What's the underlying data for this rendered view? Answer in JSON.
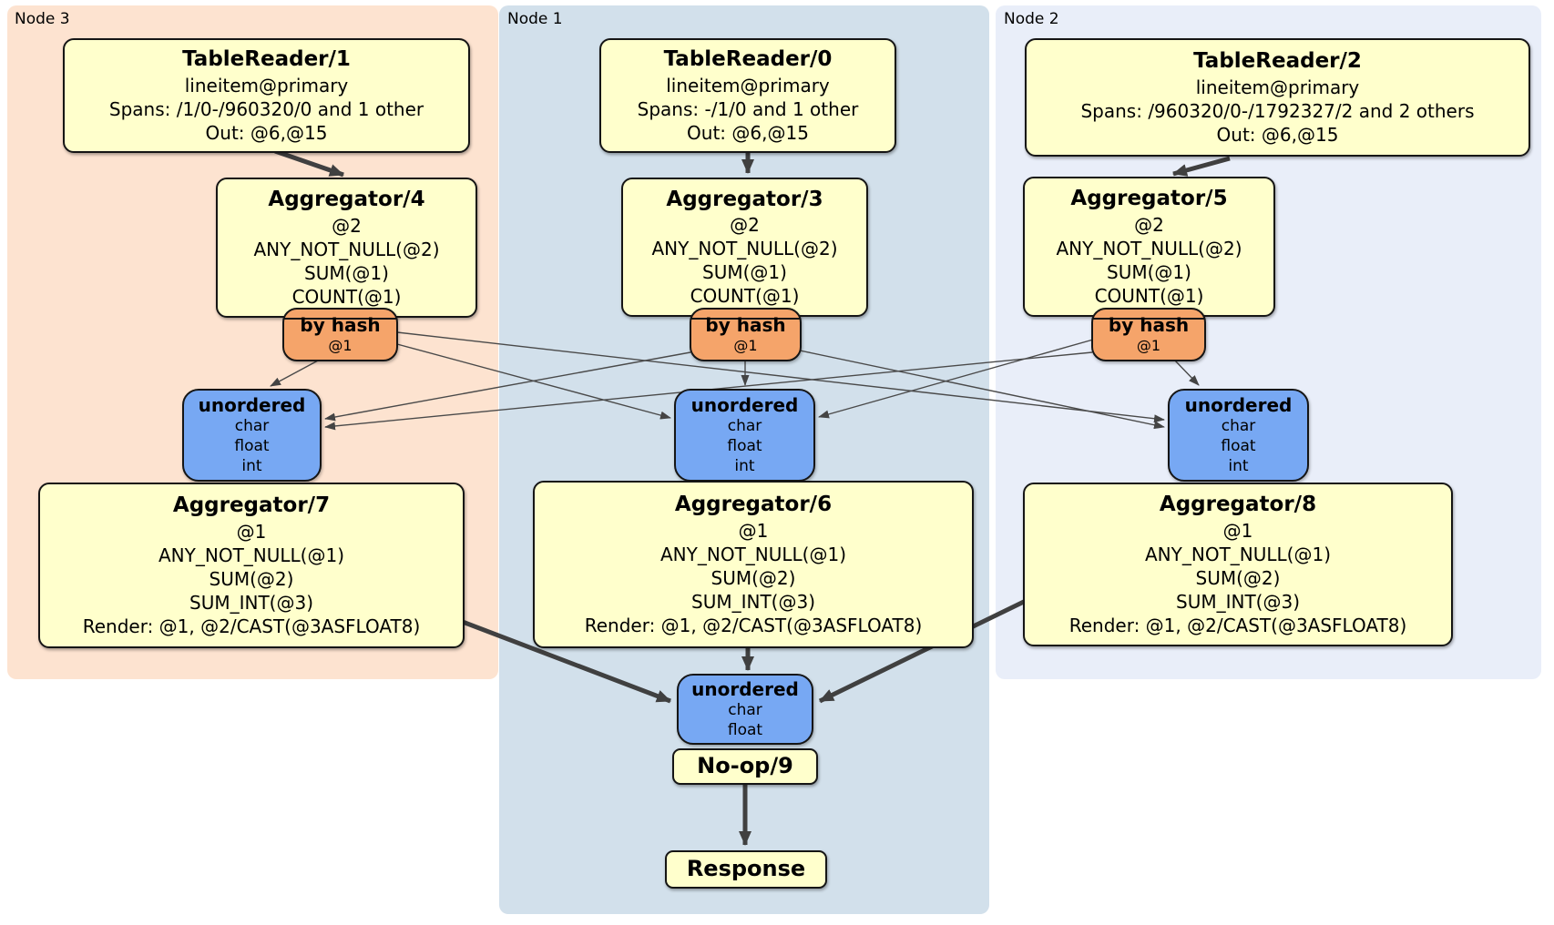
{
  "colors": {
    "node3_bg": "#fde3d0",
    "node1_bg": "#d2e0eb",
    "node2_bg": "#e9eef9",
    "processor_fill": "#ffffcc",
    "router_fill": "#f5a46a",
    "sync_fill": "#77a8f3",
    "edge": "#404040"
  },
  "groups": [
    {
      "label": "Node 3",
      "table_reader": {
        "title": "TableReader/1",
        "lines": [
          "lineitem@primary",
          "Spans: /1/0-/960320/0 and 1 other",
          "Out: @6,@15"
        ]
      },
      "aggregator_top": {
        "title": "Aggregator/4",
        "lines": [
          "@2",
          "ANY_NOT_NULL(@2)",
          "SUM(@1)",
          "COUNT(@1)"
        ]
      },
      "router": {
        "title": "by hash",
        "detail": "@1"
      },
      "sync": {
        "title": "unordered",
        "lines": [
          "char",
          "float",
          "int"
        ]
      },
      "aggregator_bottom": {
        "title": "Aggregator/7",
        "lines": [
          "@1",
          "ANY_NOT_NULL(@1)",
          "SUM(@2)",
          "SUM_INT(@3)",
          "Render: @1, @2/CAST(@3ASFLOAT8)"
        ]
      }
    },
    {
      "label": "Node 1",
      "table_reader": {
        "title": "TableReader/0",
        "lines": [
          "lineitem@primary",
          "Spans: -/1/0 and 1 other",
          "Out: @6,@15"
        ]
      },
      "aggregator_top": {
        "title": "Aggregator/3",
        "lines": [
          "@2",
          "ANY_NOT_NULL(@2)",
          "SUM(@1)",
          "COUNT(@1)"
        ]
      },
      "router": {
        "title": "by hash",
        "detail": "@1"
      },
      "sync": {
        "title": "unordered",
        "lines": [
          "char",
          "float",
          "int"
        ]
      },
      "aggregator_bottom": {
        "title": "Aggregator/6",
        "lines": [
          "@1",
          "ANY_NOT_NULL(@1)",
          "SUM(@2)",
          "SUM_INT(@3)",
          "Render: @1, @2/CAST(@3ASFLOAT8)"
        ]
      }
    },
    {
      "label": "Node 2",
      "table_reader": {
        "title": "TableReader/2",
        "lines": [
          "lineitem@primary",
          "Spans: /960320/0-/1792327/2 and 2 others",
          "Out: @6,@15"
        ]
      },
      "aggregator_top": {
        "title": "Aggregator/5",
        "lines": [
          "@2",
          "ANY_NOT_NULL(@2)",
          "SUM(@1)",
          "COUNT(@1)"
        ]
      },
      "router": {
        "title": "by hash",
        "detail": "@1"
      },
      "sync": {
        "title": "unordered",
        "lines": [
          "char",
          "float",
          "int"
        ]
      },
      "aggregator_bottom": {
        "title": "Aggregator/8",
        "lines": [
          "@1",
          "ANY_NOT_NULL(@1)",
          "SUM(@2)",
          "SUM_INT(@3)",
          "Render: @1, @2/CAST(@3ASFLOAT8)"
        ]
      }
    }
  ],
  "final": {
    "sync": {
      "title": "unordered",
      "lines": [
        "char",
        "float"
      ]
    },
    "noop_title": "No-op/9",
    "response_title": "Response"
  }
}
